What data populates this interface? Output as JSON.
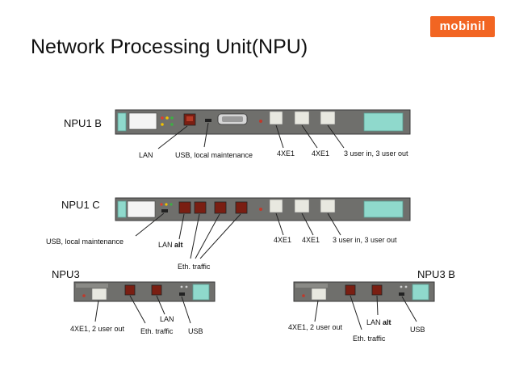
{
  "header": {
    "title": "Network Processing Unit(NPU)",
    "logo_text": "mobinil"
  },
  "npu1b": {
    "name": "NPU1 B",
    "labels": {
      "lan": "LAN",
      "usb": "USB, local maintenance",
      "e1_a": "4XE1",
      "e1_b": "4XE1",
      "user_io": "3 user in, 3 user out"
    }
  },
  "npu1c": {
    "name": "NPU1 C",
    "labels": {
      "usb": "USB, local maintenance",
      "lan_prefix": "LAN ",
      "lan_alt": "alt",
      "e1_a": "4XE1",
      "e1_b": "4XE1",
      "user_io": "3 user in, 3 user out",
      "eth": "Eth. traffic"
    }
  },
  "npu3": {
    "name": "NPU3",
    "labels": {
      "e1_user": "4XE1, 2 user out",
      "eth": "Eth. traffic",
      "lan": "LAN",
      "usb": "USB"
    }
  },
  "npu3b": {
    "name": "NPU3 B",
    "labels": {
      "e1_user": "4XE1, 2 user out",
      "lan_prefix": "LAN ",
      "lan_alt": "alt",
      "eth": "Eth. traffic",
      "usb": "USB"
    }
  },
  "colors": {
    "logo": "#f26522",
    "panel": "#6f6f6c",
    "sfp": "#8fd9cc"
  }
}
